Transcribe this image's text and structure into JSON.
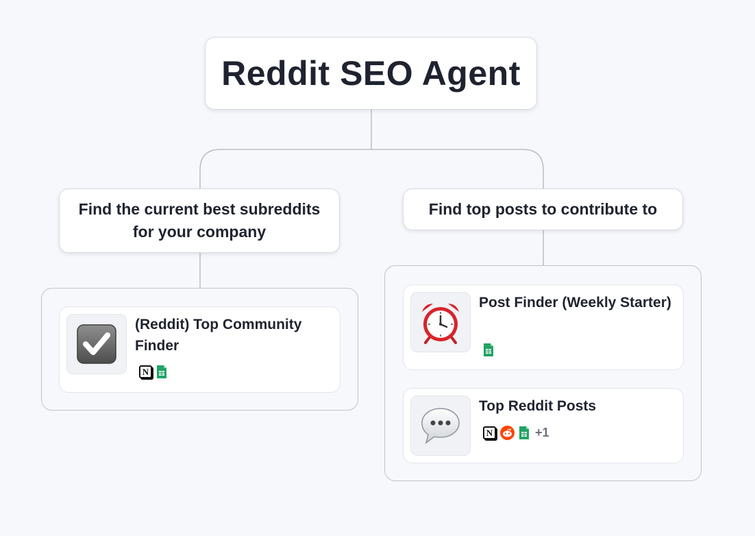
{
  "root": {
    "title": "Reddit SEO Agent"
  },
  "branches": [
    {
      "title": "Find the current best subreddits for your company",
      "cards": [
        {
          "title": "(Reddit) Top Community Finder",
          "icon": "checkbox-checked-icon",
          "integrations": [
            "notion-icon",
            "google-sheets-icon"
          ]
        }
      ]
    },
    {
      "title": "Find top posts to contribute to",
      "cards": [
        {
          "title": "Post Finder (Weekly Starter)",
          "icon": "alarm-clock-icon",
          "integrations": [
            "google-sheets-icon"
          ]
        },
        {
          "title": "Top Reddit Posts",
          "icon": "speech-bubble-icon",
          "integrations": [
            "notion-icon",
            "reddit-icon",
            "google-sheets-icon"
          ],
          "more_count": "+1"
        }
      ]
    }
  ],
  "colors": {
    "background": "#f7f8fb",
    "connector": "#b9bdc6",
    "sheets_green": "#21a464",
    "reddit_orange": "#ff4500",
    "alarm_red": "#d9242b"
  }
}
